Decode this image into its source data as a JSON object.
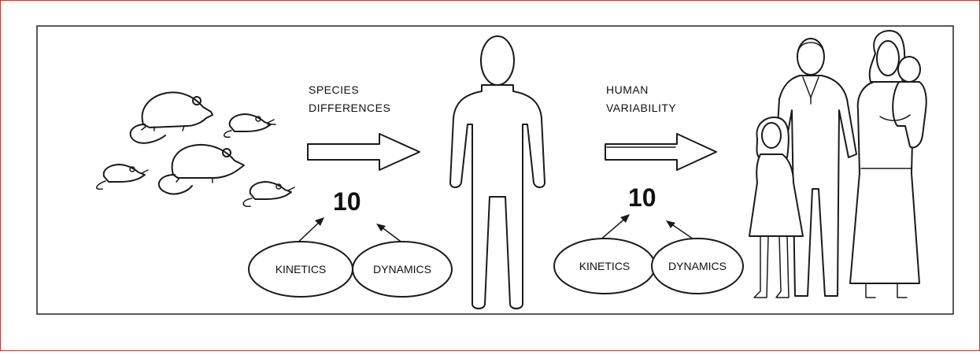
{
  "stage1": {
    "heading_line1": "SPECIES",
    "heading_line2": "DIFFERENCES",
    "factor": "10",
    "component_left": "KINETICS",
    "component_right": "DYNAMICS"
  },
  "stage2": {
    "heading_line1": "HUMAN",
    "heading_line2": "VARIABILITY",
    "factor": "10",
    "component_left": "KINETICS",
    "component_right": "DYNAMICS"
  },
  "colors": {
    "outer_border": "#c0392b",
    "inner_border": "#222222",
    "ink": "#1a1a1a"
  },
  "icons": {
    "animals": "rats-group-icon",
    "single_human": "human-silhouette-icon",
    "population": "family-group-icon"
  }
}
